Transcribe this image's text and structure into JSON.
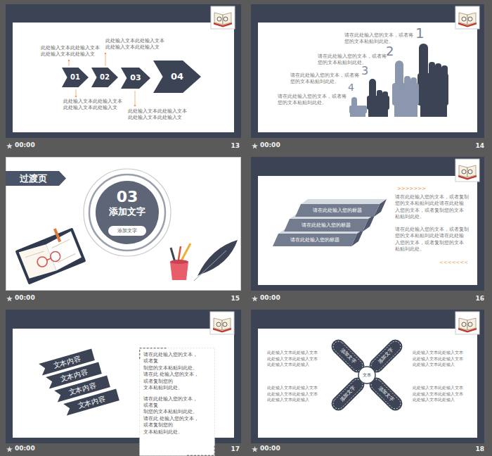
{
  "diagram": {
    "nodes": [
      {
        "text": [
          "01"
        ]
      },
      {
        "text": [
          "02"
        ]
      },
      {
        "text": [
          "03"
        ]
      },
      {
        "text": [
          "04"
        ]
      },
      {
        "text": [
          "过渡页"
        ]
      },
      {
        "text": [
          "03",
          "添加文字"
        ]
      },
      {
        "text": [
          "添加文字"
        ],
        "in": 5
      },
      {
        "text": [
          "请在此处输入您的标题"
        ]
      },
      {
        "text": [
          "请在此处输入您的标题"
        ]
      },
      {
        "text": [
          "请在此处输入您的标题"
        ]
      },
      {
        "text": [
          "文本内容"
        ]
      },
      {
        "text": [
          "文本内容"
        ]
      },
      {
        "text": [
          "文本内容"
        ]
      },
      {
        "text": [
          "文本内容"
        ]
      },
      {
        "text": [
          "请在此处输入您的文本，或者复 制您的文本粘贴到此处。请在此 处输入您的文本，或者复制您的 文本粘贴到此处。",
          "请在此处输入您的文本，或者复 制您的文本粘贴到此处。请在此 处输入您的文本，或者复制您的 文本粘贴到此处。"
        ]
      },
      {
        "text": [
          "添加文字"
        ]
      },
      {
        "text": [
          "添加文字"
        ]
      },
      {
        "text": [
          "添加文字"
        ]
      },
      {
        "text": [
          "添加文字"
        ]
      },
      {
        "text": [
          "文本"
        ]
      }
    ],
    "labels": [
      "此处输入文本此处输入文本 此处输入文本此处输入文",
      "此处输入文本此处输入文本 此处输入文本此处输入文",
      "此处输入文本此处输入文本 此处输入文本此处输入文",
      "此处输入文本此处输入文本 此处输入文本此处输入文",
      "00:00",
      "13",
      "请在此处输入您的文本，或者将 您的文本粘贴到此处。",
      "1",
      "请在此处输入您的文本，或者将 您的文本粘贴到此处。",
      "2",
      "请在此处输入您的文本，或者将 您的文本粘贴到此处。",
      "3",
      "请在此处输入您的文本，或者将 您的文本粘贴到此处。",
      "4",
      "00:00",
      "14",
      "00:00",
      "15",
      ">>>>>>>",
      "请在此处输入您的文本，或者复制 您的文本粘贴到此处请在此处输 入您的文本，或者复制您的文本 粘贴到此处。",
      "请在此处输入您的文本，或者复制 您的文本粘贴到此处请在此处输 入您的文本，或者复制您的文本 粘贴到此处。",
      "<<<<<<<",
      "00:00",
      "16",
      "00:00",
      "17",
      "此处输入文本此处输入文本 此处输入文本此处输入文本 此处输入文本此处输入",
      "此处输入文本此处输入文本 此处输入文本此处输入文本 此处输入文本此处输入",
      "此处输入文本此处输入文本 此处输入文本此处输入文本 此处输入文本此处输入",
      "此处输入文本此处输入文本 此处输入文本此处输入文本 此处输入文本此处输入",
      "00:00",
      "18"
    ]
  }
}
